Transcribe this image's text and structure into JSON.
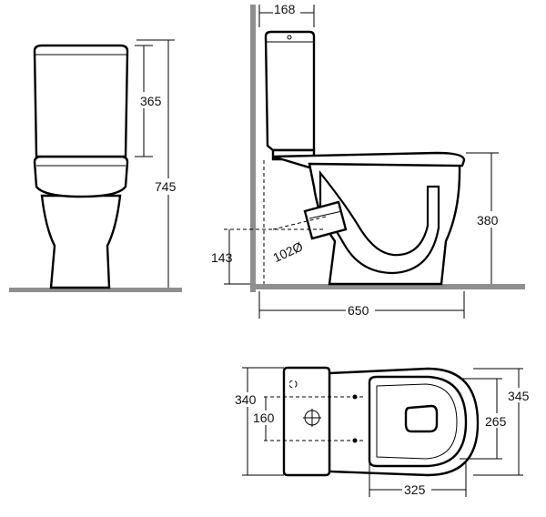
{
  "dimensions": {
    "front_height_total": "745",
    "front_tank_height": "365",
    "side_tank_offset": "168",
    "side_pan_height": "380",
    "side_outlet_height": "143",
    "side_outlet_diameter": "102Ø",
    "side_total_length": "650",
    "plan_tank_width": "340",
    "plan_fixing_spacing": "160",
    "plan_bowl_width": "345",
    "plan_inner_width": "265",
    "plan_fixing_length": "325"
  },
  "colors": {
    "line": "#000000",
    "floor": "#8f8f8f",
    "background": "#ffffff"
  }
}
